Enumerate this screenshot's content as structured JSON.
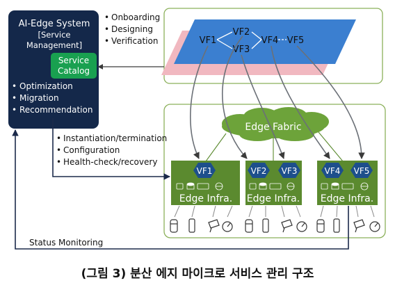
{
  "system_box": {
    "title": "AI-Edge System",
    "subtitle_line1": "[Service",
    "subtitle_line2": "Management]",
    "catalog_line1": "Service",
    "catalog_line2": "Catalog",
    "capabilities": [
      "Optimization",
      "Migration",
      "Recommendation"
    ]
  },
  "design_steps": [
    "Onboarding",
    "Designing",
    "Verification"
  ],
  "lifecycle_ops": [
    "Instantiation/termination",
    "Configuration",
    "Health-check/recovery"
  ],
  "vf_chain": [
    "VF1",
    "VF2",
    "VF3",
    "VF4",
    "VF5"
  ],
  "fabric_label": "Edge Fabric",
  "nodes": [
    {
      "vfs": [
        "VF1"
      ],
      "label": "Edge Infra."
    },
    {
      "vfs": [
        "VF2",
        "VF3"
      ],
      "label": "Edge Infra."
    },
    {
      "vfs": [
        "VF4",
        "VF5"
      ],
      "label": "Edge Infra."
    }
  ],
  "status_label": "Status Monitoring",
  "caption": "(그림 3) 분산 에지 마이크로 서비스 관리 구조",
  "colors": {
    "system_bg": "#14284a",
    "catalog_bg": "#19a050",
    "node_bg": "#5b8a2f",
    "vf_hex": "#1d4f8c",
    "layer_blue": "#3b7fd0",
    "layer_pink": "#f1b8c0",
    "cloud": "#6da33a",
    "panel_border": "#8bb05a"
  }
}
